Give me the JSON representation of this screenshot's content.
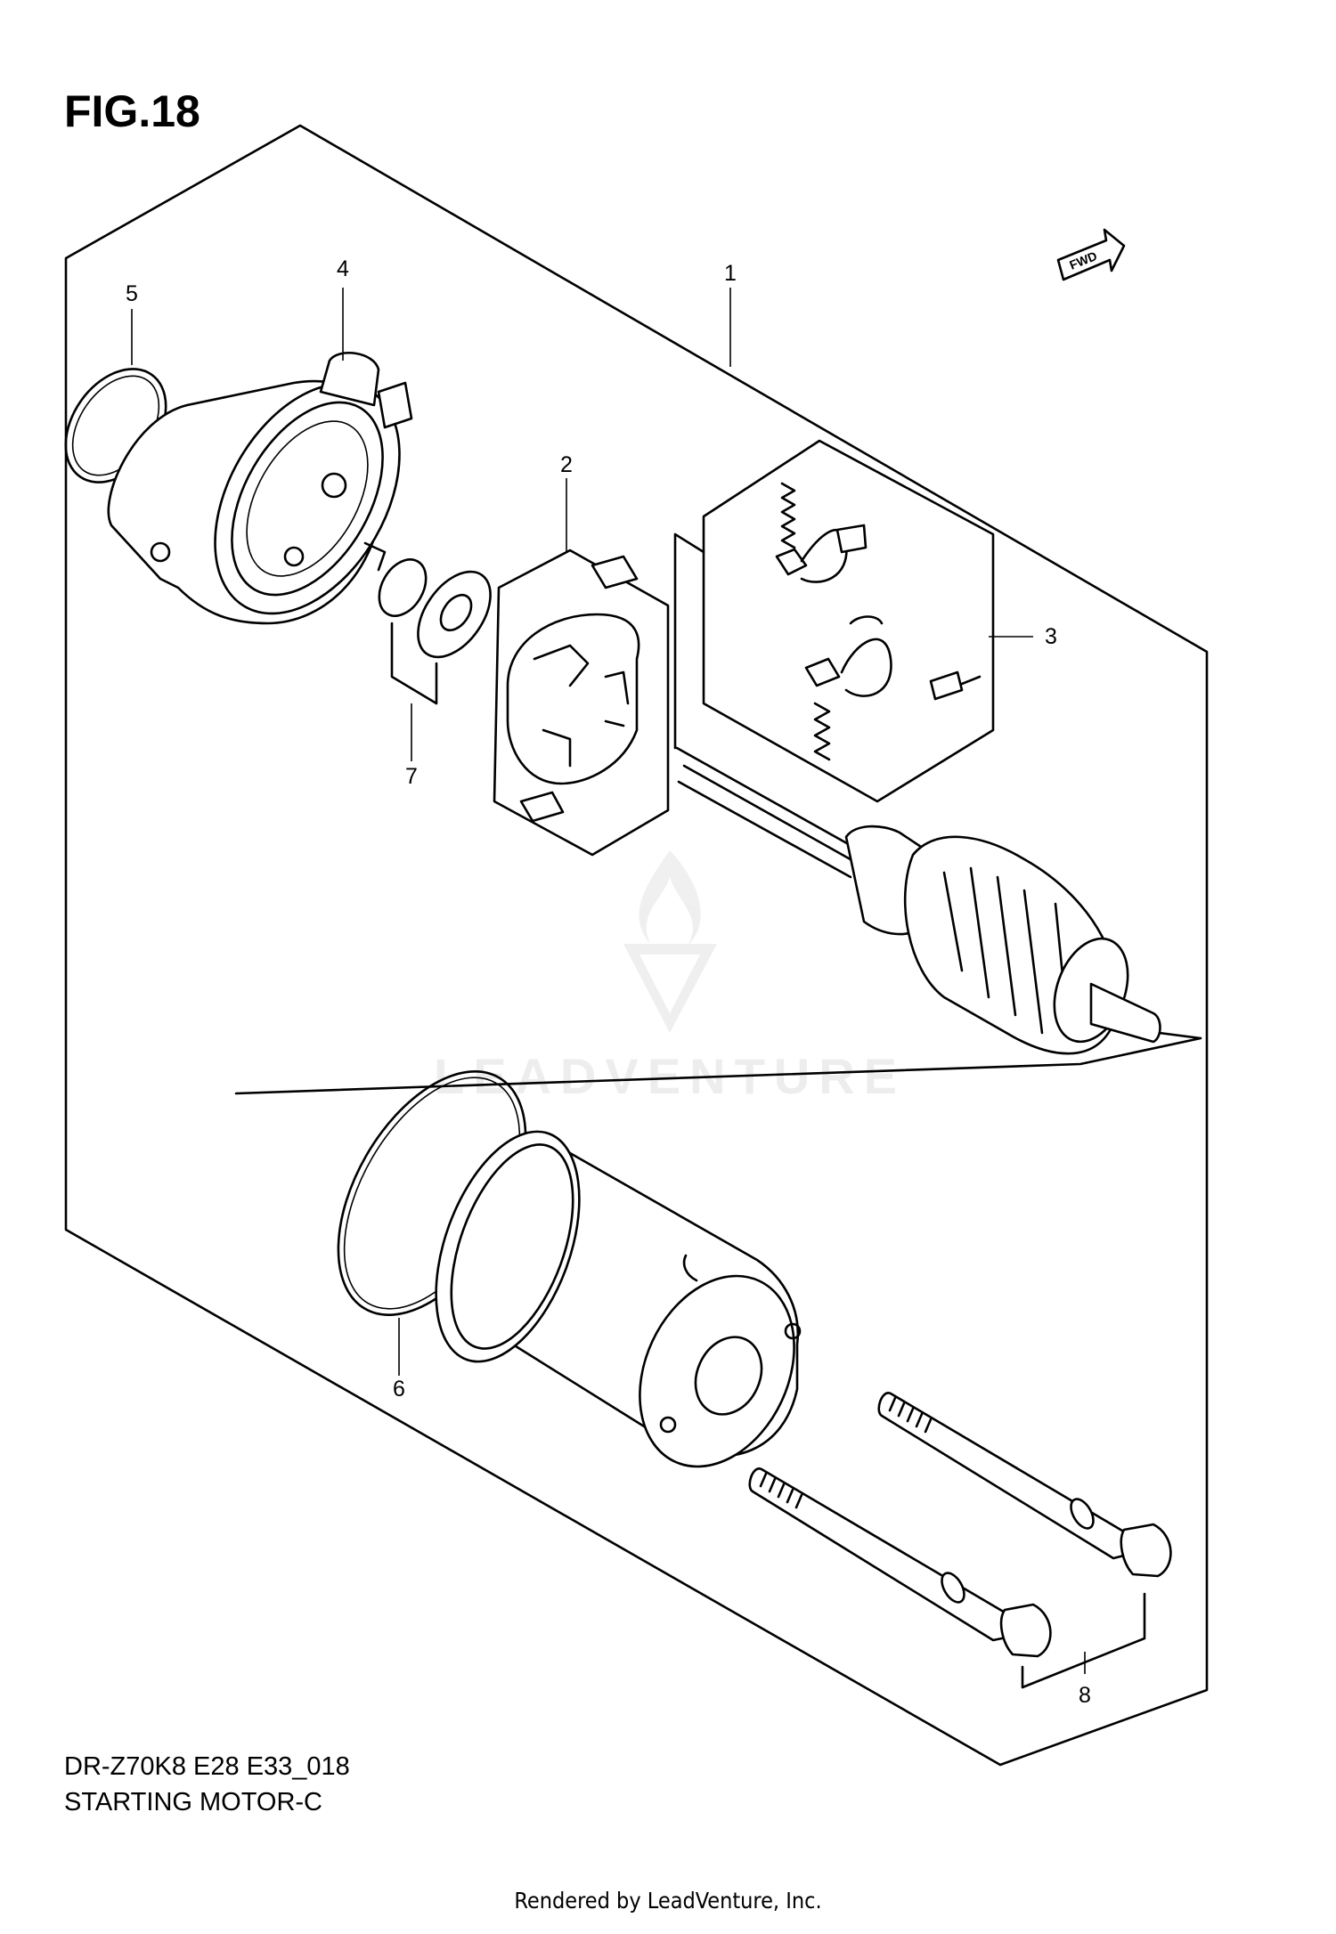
{
  "figure_title": "FIG.18",
  "fwd_label": "FWD",
  "callouts": {
    "c1": "1",
    "c2": "2",
    "c3": "3",
    "c4": "4",
    "c5": "5",
    "c6": "6",
    "c7": "7",
    "c8": "8"
  },
  "watermark": "LEADVENTURE",
  "caption": {
    "model_code": "DR-Z70K8 E28 E33_018",
    "section_name": "STARTING MOTOR-C"
  },
  "footer": "Rendered by LeadVenture, Inc."
}
